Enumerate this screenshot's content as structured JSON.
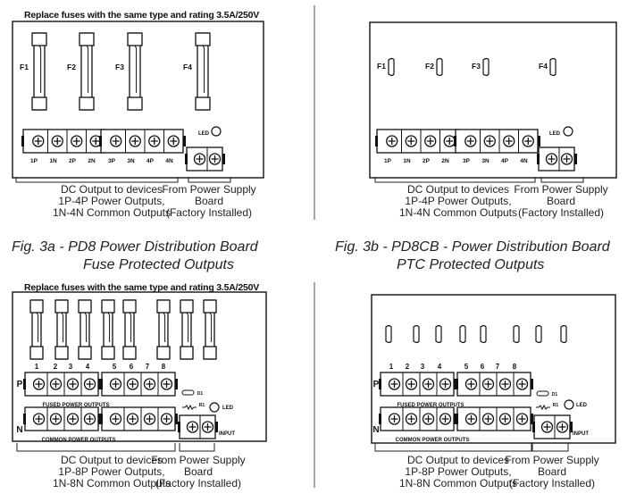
{
  "notes": {
    "fuse_note_a": "Replace fuses with the same type and rating 3.5A/250V",
    "fuse_note_c": "Replace fuses with the same type and rating 3.5A/250V"
  },
  "captions": {
    "fig3a_line1": "Fig. 3a  -  PD8 Power Distribution Board",
    "fig3a_line2": "Fuse Protected Outputs",
    "fig3b_line1": "Fig. 3b  -  PD8CB - Power Distribution Board",
    "fig3b_line2": "PTC Protected Outputs"
  },
  "panel_a": {
    "fuses": [
      "F1",
      "F2",
      "F3",
      "F4"
    ],
    "terminals": [
      "1P",
      "1N",
      "2P",
      "2N",
      "3P",
      "3N",
      "4P",
      "4N"
    ],
    "led": "LED",
    "out_line1": "DC Output to devices",
    "out_line2": "1P-4P Power Outputs,",
    "out_line3": "1N-4N Common Outputs",
    "src_line1": "From Power Supply",
    "src_line2": "Board",
    "src_line3": "(Factory Installed)"
  },
  "panel_b": {
    "ptcs": [
      "F1",
      "F2",
      "F3",
      "F4"
    ],
    "terminals": [
      "1P",
      "1N",
      "2P",
      "2N",
      "3P",
      "3N",
      "4P",
      "4N"
    ],
    "led": "LED",
    "out_line1": "DC Output to devices",
    "out_line2": "1P-4P Power Outputs,",
    "out_line3": "1N-4N Common Outputs",
    "src_line1": "From Power Supply",
    "src_line2": "Board",
    "src_line3": "(Factory Installed)"
  },
  "panel_c": {
    "numbers": [
      "1",
      "2",
      "3",
      "4",
      "5",
      "6",
      "7",
      "8"
    ],
    "row_p": "P",
    "row_n": "N",
    "fused_label": "FUSED   POWER   OUTPUTS",
    "common_label": "COMMON   POWER   OUTPUTS",
    "d1": "D1",
    "r1": "R1",
    "led": "LED",
    "input": "INPUT",
    "out_line1": "DC Output to devices",
    "out_line2": "1P-8P Power Outputs,",
    "out_line3": "1N-8N Common Outputs",
    "src_line1": "From Power Supply",
    "src_line2": "Board",
    "src_line3": "(Factory Installed)"
  },
  "panel_d": {
    "numbers": [
      "1",
      "2",
      "3",
      "4",
      "5",
      "6",
      "7",
      "8"
    ],
    "row_p": "P",
    "row_n": "N",
    "fused_label": "FUSED   POWER   OUTPUTS",
    "common_label": "COMMON   POWER   OUTPUTS",
    "d1": "D1",
    "r1": "R1",
    "led": "LED",
    "input": "INPUT",
    "out_line1": "DC Output to devices",
    "out_line2": "1P-8P Power Outputs,",
    "out_line3": "1N-8N Common Outputs",
    "src_line1": "From Power Supply",
    "src_line2": "Board",
    "src_line3": "(Factory Installed)"
  }
}
